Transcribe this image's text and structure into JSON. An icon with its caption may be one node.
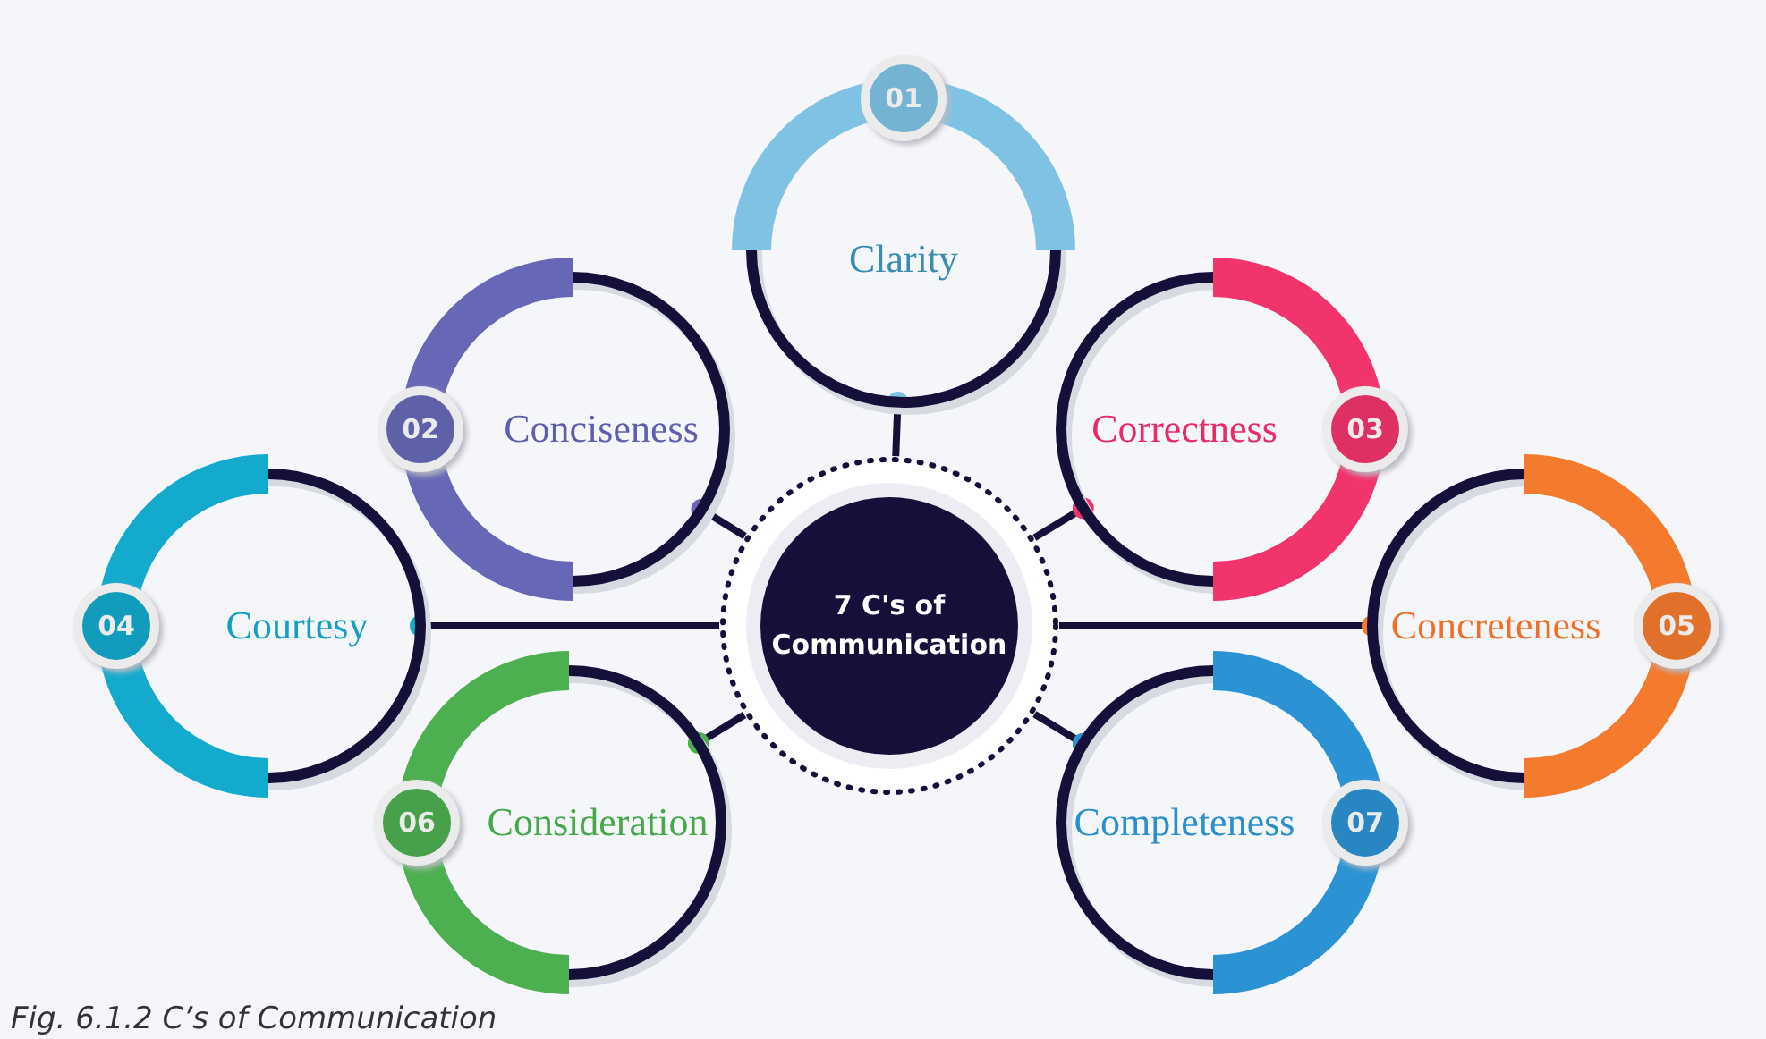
{
  "diagram": {
    "caption": "Fig. 6.1.2 C’s of Communication",
    "nodes": [
      {
        "text": [
          "7 C's of Communication"
        ]
      },
      {
        "text": [
          "01",
          "Clarity"
        ]
      },
      {
        "text": [
          "02",
          "Conciseness"
        ]
      },
      {
        "text": [
          "Correctness",
          "03"
        ]
      },
      {
        "text": [
          "04",
          "Courtesy"
        ]
      },
      {
        "text": [
          "Concreteness",
          "05"
        ]
      },
      {
        "text": [
          "06",
          "Consideration"
        ]
      },
      {
        "text": [
          "Completeness",
          "07"
        ]
      }
    ],
    "edges": [
      {
        "from": 0,
        "to": 1,
        "arrow": "other"
      },
      {
        "from": 0,
        "to": 2,
        "arrow": "other"
      },
      {
        "from": 0,
        "to": 3,
        "arrow": "other"
      },
      {
        "from": 0,
        "to": 4,
        "arrow": "other"
      },
      {
        "from": 0,
        "to": 5,
        "arrow": "other"
      },
      {
        "from": 0,
        "to": 6,
        "arrow": "other"
      },
      {
        "from": 0,
        "to": 7,
        "arrow": "other"
      }
    ]
  }
}
